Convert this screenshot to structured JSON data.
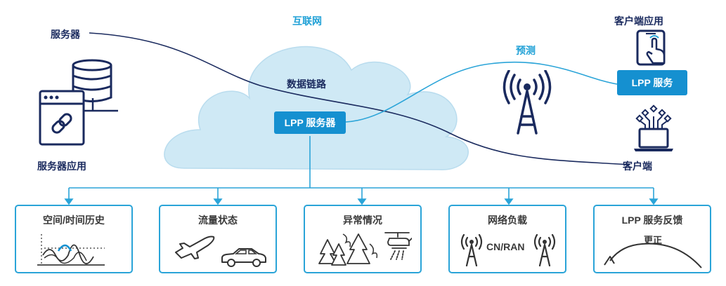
{
  "labels": {
    "server": "服务器",
    "server_app": "服务器应用",
    "internet": "互联网",
    "data_link": "数据链路",
    "prediction": "预测",
    "client_app": "客户端应用",
    "client": "客户端"
  },
  "pills": {
    "lpp_server": "LPP 服务器",
    "lpp_service": "LPP 服务"
  },
  "boxes": [
    {
      "title": "空间/时间历史"
    },
    {
      "title": "流量状态"
    },
    {
      "title": "异常情况"
    },
    {
      "title": "网络负载",
      "caption": "CN/RAN"
    },
    {
      "title": "LPP 服务反馈",
      "caption": "更正"
    }
  ],
  "colors": {
    "dark_navy": "#1a2a5e",
    "accent_blue": "#1590d0",
    "light_blue_line": "#2aa4d8",
    "cloud_fill": "#cfe9f5"
  },
  "icons": [
    "database-icon",
    "browser-link-icon",
    "tablet-touch-icon",
    "cell-tower-icon",
    "laptop-chip-icon",
    "waveform-chart-icon",
    "airplane-icon",
    "car-icon",
    "forest-fire-icon",
    "helicopter-icon",
    "antenna-icon",
    "curved-arrow-icon"
  ]
}
